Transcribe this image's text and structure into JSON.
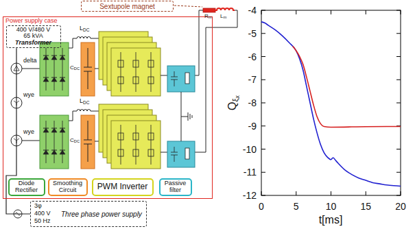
{
  "diagram": {
    "nodes": [
      {
        "text": [
          "Sextupole magnet"
        ]
      },
      {
        "text": [
          "Power supply case"
        ]
      },
      {
        "text": [
          "400 V/480 V",
          "65 kVA",
          "Transformer"
        ],
        "in": 1
      },
      {
        "text": [
          "Diode Rectifier"
        ],
        "in": 1
      },
      {
        "text": [
          "Smoothing Circuit"
        ],
        "in": 1
      },
      {
        "text": [
          "PWM Inverter"
        ],
        "in": 1
      },
      {
        "text": [
          "Passive filter"
        ],
        "in": 1
      },
      {
        "text": [
          "3φ",
          "400 V",
          "50 Hz",
          "Three phase power supply"
        ]
      }
    ],
    "edges": [
      {
        "from": 7,
        "to": 2,
        "arrow": "none"
      }
    ],
    "labels": [
      "delta",
      "wye",
      "wye",
      "L",
      "DC",
      "C",
      "DC",
      "L",
      "DC",
      "C",
      "DC",
      "R",
      "m",
      "L",
      "m",
      "-4",
      "-5",
      "-6",
      "-7",
      "-8",
      "-9",
      "-10",
      "-11",
      "-12",
      "0",
      "5",
      "10",
      "15",
      "20",
      "t[ms]",
      "Q",
      "ξ",
      "x"
    ]
  }
}
